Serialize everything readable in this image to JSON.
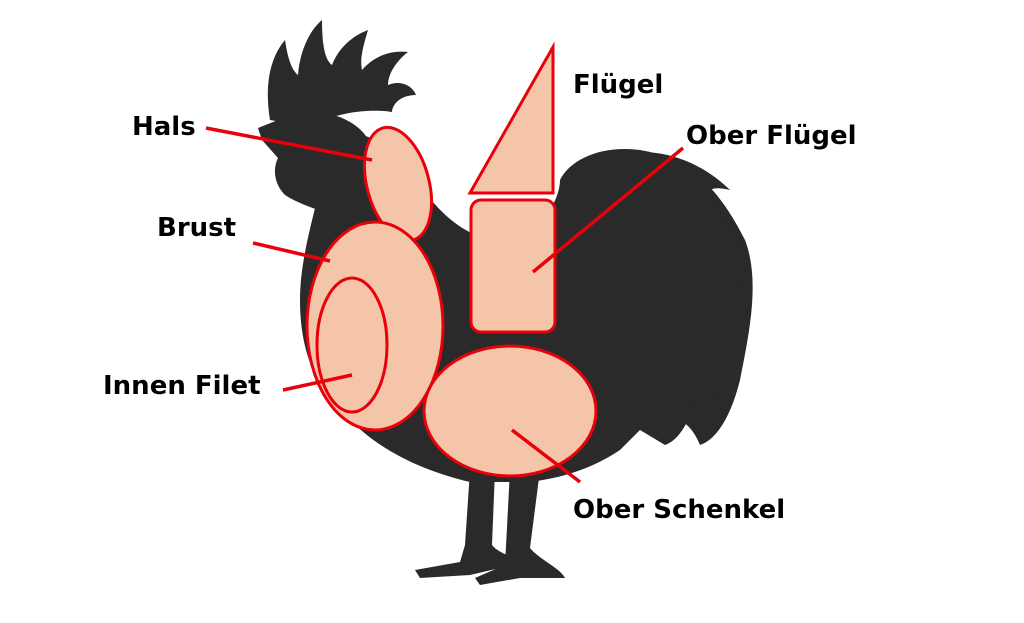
{
  "title_parts": {
    "hals": "Hals",
    "brust": "Brust",
    "innen_filet": "Innen Filet",
    "fluegel": "Flügel",
    "ober_fluegel": "Ober Flügel",
    "ober_schenkel": "Ober Schenkel"
  },
  "colors": {
    "silhouette": "#2a2a2a",
    "part_fill": "#f5c5a9",
    "outline": "#e8000b"
  }
}
